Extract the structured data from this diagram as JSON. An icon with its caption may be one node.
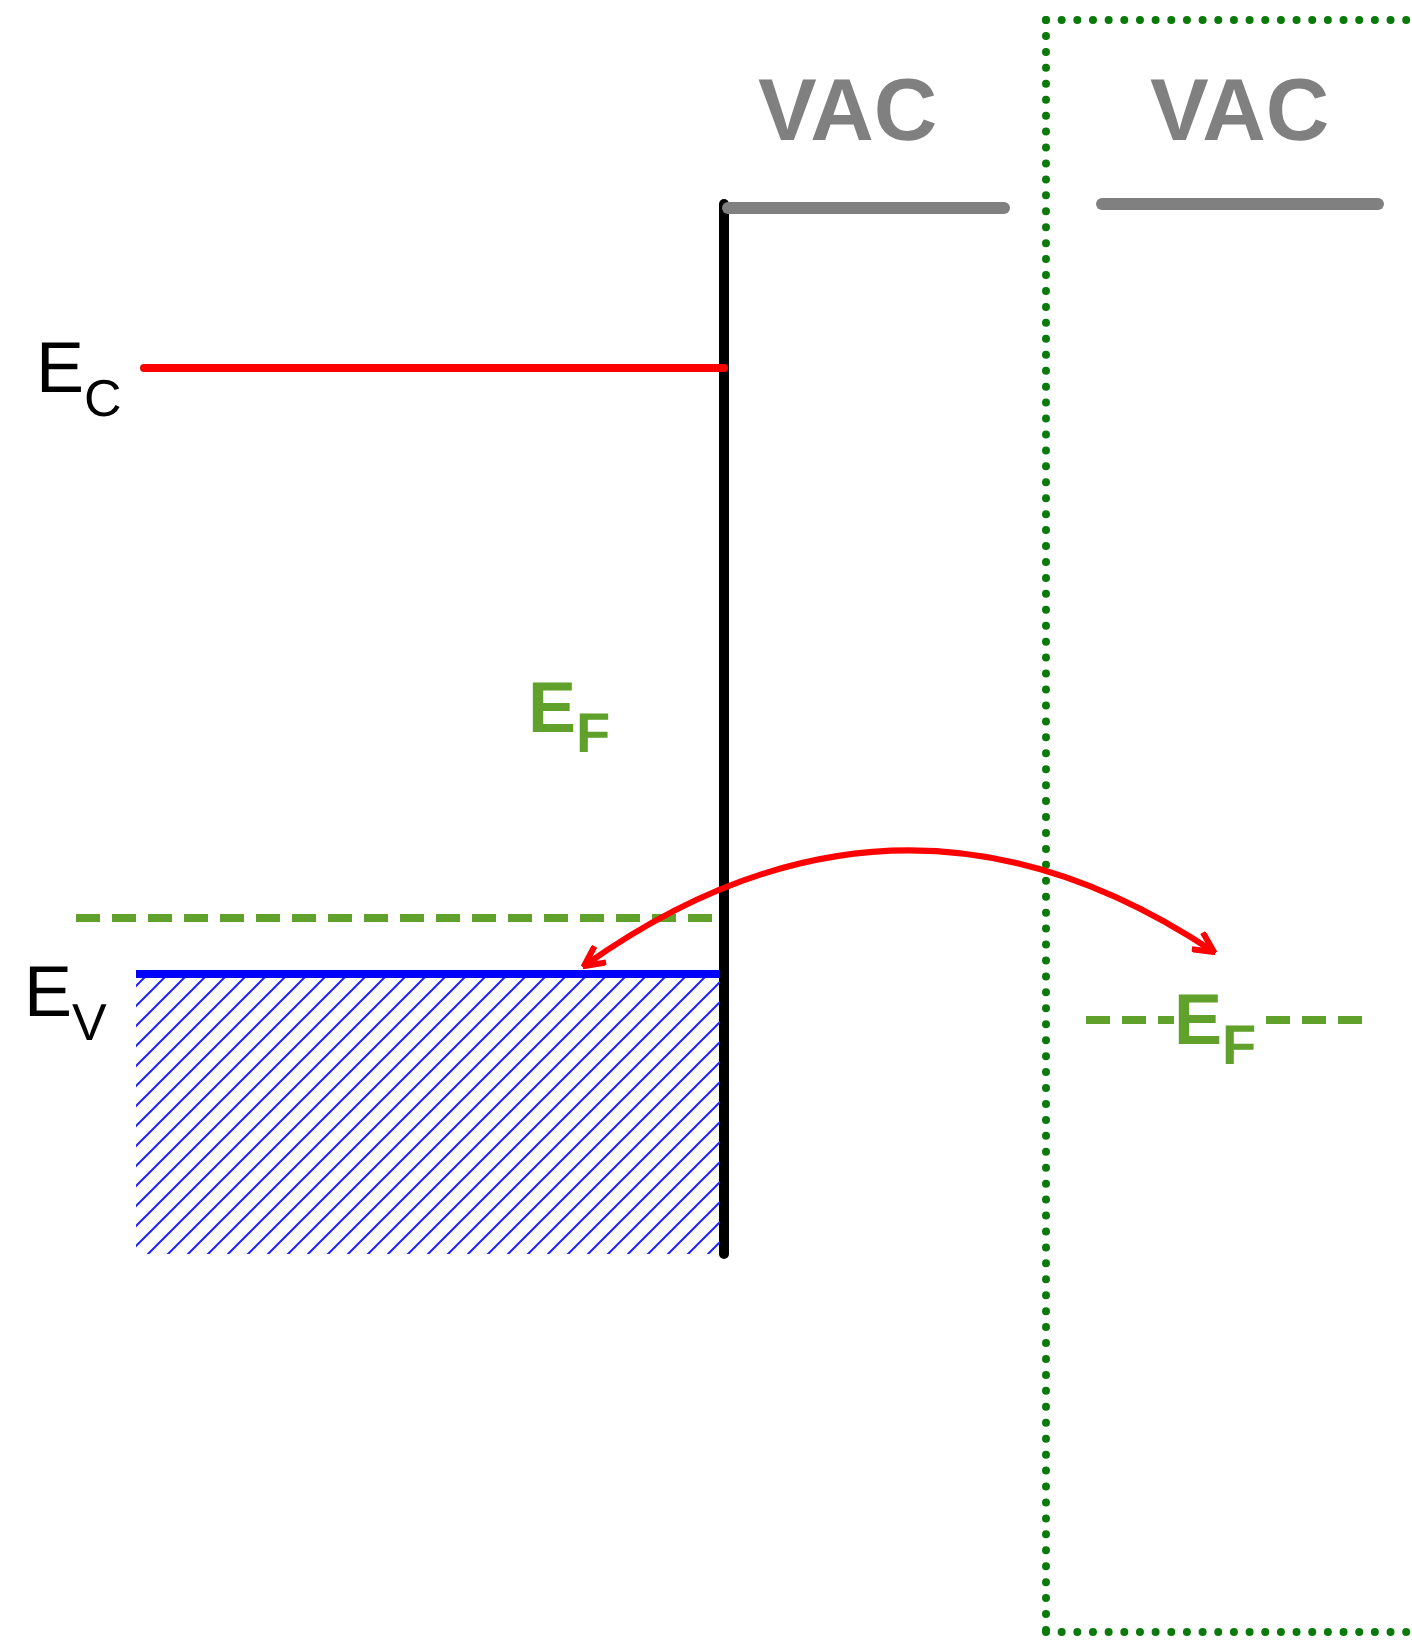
{
  "diagram": {
    "nodes": [
      {
        "text": [
          "VAC"
        ]
      },
      {
        "text": [
          "E$_{F}$"
        ],
        "in": 0
      },
      {
        "text": [
          "E$_{V}$"
        ]
      }
    ],
    "edges": [
      {
        "from": 2,
        "to": 1,
        "arrow": "both",
        "color": "#ff0000"
      }
    ],
    "labels": [
      "VAC",
      "E$_{C}$",
      "E$_{F}$"
    ]
  }
}
